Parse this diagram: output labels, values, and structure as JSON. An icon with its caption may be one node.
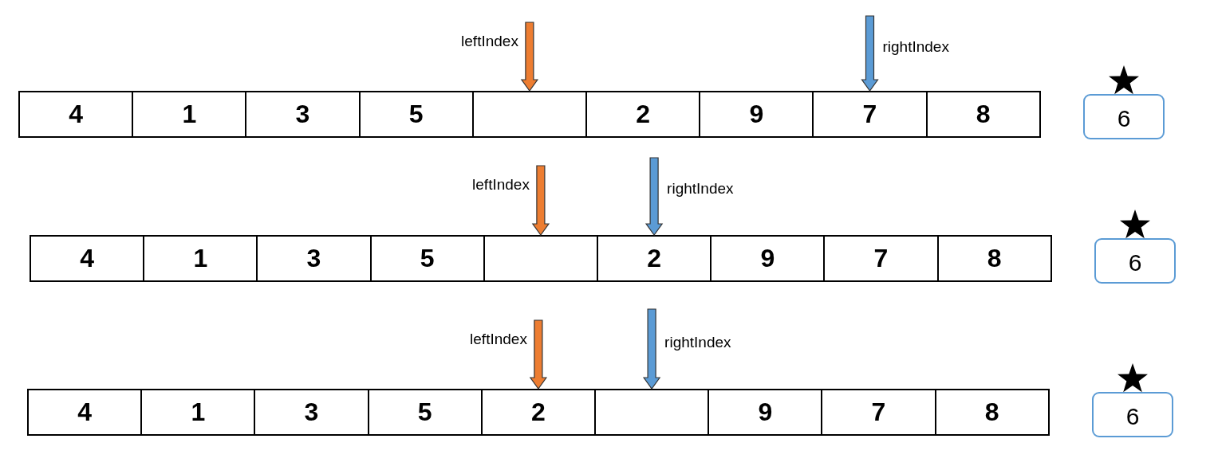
{
  "diagram": {
    "nodes": [
      {
        "text": [
          "4"
        ]
      },
      {
        "text": [
          "1"
        ]
      },
      {
        "text": [
          "3"
        ]
      },
      {
        "text": [
          "5"
        ]
      },
      {
        "text": [],
        "shape": "box"
      },
      {
        "text": [
          "2"
        ]
      },
      {
        "text": [
          "9"
        ]
      },
      {
        "text": [
          "7"
        ]
      },
      {
        "text": [
          "8"
        ]
      },
      {
        "text": [
          "6"
        ]
      },
      {
        "text": [
          "4"
        ]
      },
      {
        "text": [
          "1"
        ]
      },
      {
        "text": [
          "3"
        ]
      },
      {
        "text": [
          "5"
        ]
      },
      {
        "text": [],
        "shape": "box"
      },
      {
        "text": [
          "2"
        ]
      },
      {
        "text": [
          "9"
        ]
      },
      {
        "text": [
          "7"
        ]
      },
      {
        "text": [
          "8"
        ]
      },
      {
        "text": [
          "6"
        ]
      },
      {
        "text": [
          "4"
        ]
      },
      {
        "text": [
          "1"
        ]
      },
      {
        "text": [
          "3"
        ]
      },
      {
        "text": [
          "5"
        ]
      },
      {
        "text": [
          "2"
        ]
      },
      {
        "text": [],
        "shape": "box"
      },
      {
        "text": [
          "9"
        ]
      },
      {
        "text": [
          "7"
        ]
      },
      {
        "text": [
          "8"
        ]
      },
      {
        "text": [
          "6"
        ]
      }
    ],
    "edges": [
      {
        "from": null,
        "to": 4,
        "arrow": "to",
        "label": "leftIndex",
        "color": "#ed7d31"
      },
      {
        "from": null,
        "to": 7,
        "arrow": "to",
        "label": "rightIndex",
        "color": "#5b9bd5"
      },
      {
        "from": null,
        "to": 14,
        "arrow": "to",
        "label": "leftIndex",
        "color": "#ed7d31"
      },
      {
        "from": null,
        "to": 15,
        "arrow": "to",
        "label": "rightIndex",
        "color": "#5b9bd5"
      },
      {
        "from": null,
        "to": 24,
        "arrow": "to",
        "label": "leftIndex",
        "color": "#ed7d31"
      },
      {
        "from": null,
        "to": 25,
        "arrow": "to",
        "label": "rightIndex",
        "color": "#5b9bd5"
      }
    ]
  }
}
